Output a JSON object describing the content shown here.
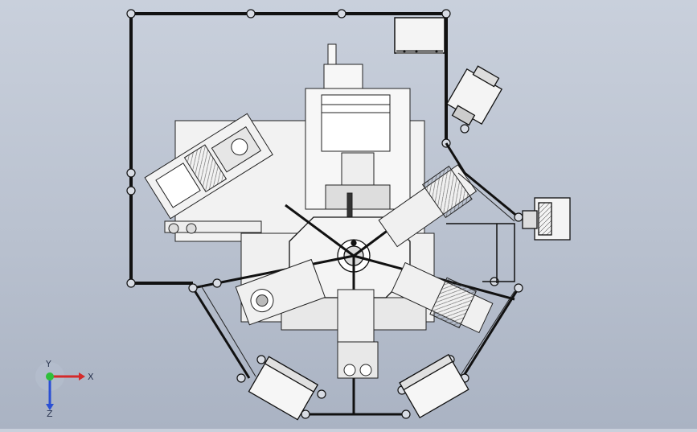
{
  "viewport": {
    "background_top": "#c9d0dc",
    "background_bottom": "#aab3c3",
    "line_color": "#1b1b1b"
  },
  "triad": {
    "x_label": "X",
    "y_label": "Y",
    "z_label": "Z",
    "x_color": "#d42a2a",
    "y_color": "#2fbf3a",
    "z_color": "#2a4fd4"
  }
}
